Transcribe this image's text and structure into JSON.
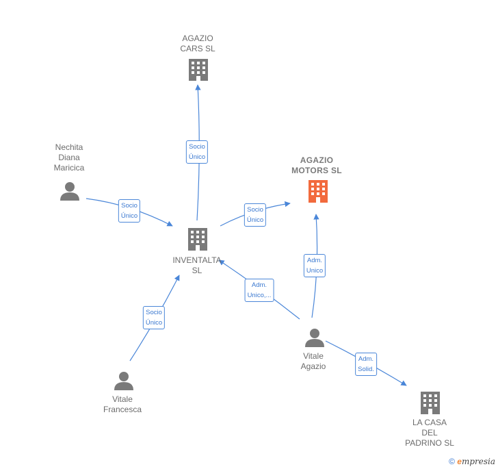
{
  "nodes": {
    "agazio_cars": {
      "label": "AGAZIO\nCARS  SL",
      "kind": "company"
    },
    "agazio_motors": {
      "label": "AGAZIO\nMOTORS  SL",
      "kind": "company-focus"
    },
    "inventalta": {
      "label": "INVENTALTA\nSL",
      "kind": "company"
    },
    "la_casa": {
      "label": "LA CASA\nDEL\nPADRINO SL",
      "kind": "company"
    },
    "nechita": {
      "label": "Nechita\nDiana\nMaricica",
      "kind": "person"
    },
    "vitale_francesca": {
      "label": "Vitale\nFrancesca",
      "kind": "person"
    },
    "vitale_agazio": {
      "label": "Vitale\nAgazio",
      "kind": "person"
    }
  },
  "edges": {
    "e1": {
      "label": "Socio\nÚnico"
    },
    "e2": {
      "label": "Socio\nÚnico"
    },
    "e3": {
      "label": "Socio\nÚnico"
    },
    "e4": {
      "label": "Socio\nÚnico"
    },
    "e5": {
      "label": "Adm.\nUnico"
    },
    "e6": {
      "label": "Adm.\nUnico,..."
    },
    "e7": {
      "label": "Adm.\nSolid."
    }
  },
  "colors": {
    "company": "#7a7a7a",
    "company_focus": "#f26a3d",
    "person": "#7a7a7a",
    "edge": "#4a86d8"
  },
  "footer": {
    "copyright": "©",
    "brand_initial": "e",
    "brand_rest": "mpresia"
  }
}
